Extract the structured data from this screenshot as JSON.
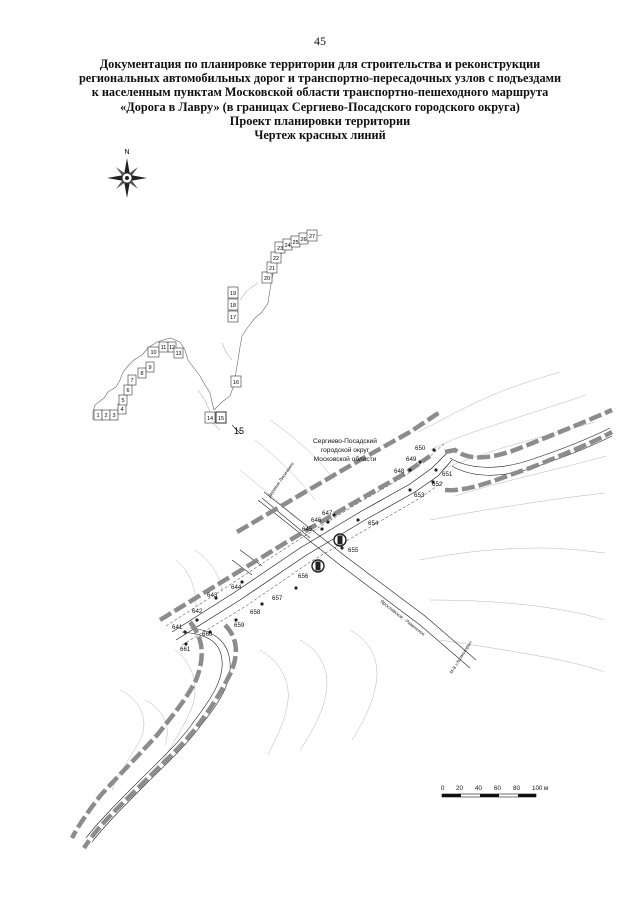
{
  "page_number": "45",
  "title_lines": [
    "Документация по планировке территории для строительства и реконструкции",
    "региональных автомобильных дорог и транспортно-пересадочных узлов с подъездами",
    "к населенным пунктам Московской области транспортно-пешеходного маршрута",
    "«Дорога в Лавру» (в границах Сергиево-Посадского городского округа)",
    "Проект планировки территории",
    "Чертеж красных линий"
  ],
  "compass": {
    "north_label": "N",
    "icon": "compass-rose-icon"
  },
  "index_sheet_numbers": [
    "1",
    "2",
    "3",
    "4",
    "5",
    "6",
    "7",
    "8",
    "9",
    "10",
    "11",
    "12",
    "13",
    "14",
    "15",
    "16",
    "17",
    "18",
    "19",
    "20",
    "21",
    "22",
    "23",
    "24",
    "25",
    "26",
    "27"
  ],
  "current_sheet_label": "15",
  "region_label": [
    "Сергиево-Посадский",
    "городской округ",
    "Московской области"
  ],
  "point_labels": [
    "641",
    "642",
    "643",
    "644",
    "645",
    "646",
    "647",
    "648",
    "649",
    "650",
    "651",
    "652",
    "653",
    "654",
    "655",
    "656",
    "657",
    "658",
    "659",
    "660",
    "661"
  ],
  "street_labels": {
    "upper_road": "Деревня Лисичкино",
    "lower_road": "Ярославское - Раменское",
    "highway": "М-8 «Холмогоры»"
  },
  "scale_bar": {
    "ticks": [
      "0",
      "20",
      "40",
      "60",
      "80",
      "100 м"
    ]
  },
  "colors": {
    "red_line_dash": "#8c8c8c",
    "contour": "#b4b4b4",
    "text": "#111111"
  }
}
